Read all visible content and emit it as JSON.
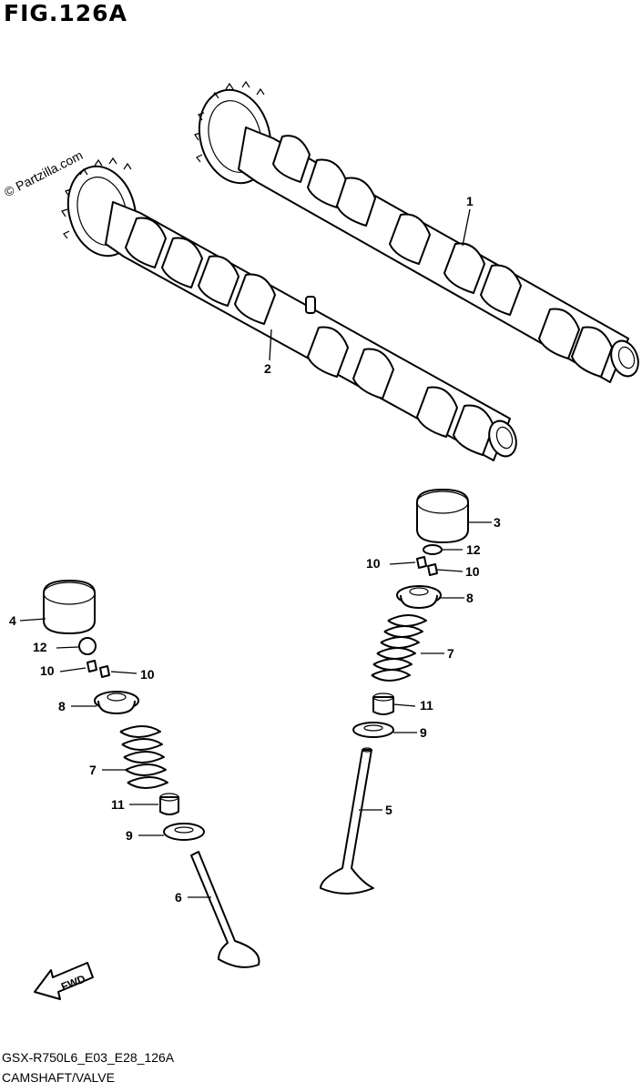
{
  "figure": {
    "title": "FIG.126A",
    "watermark": "© Partzilla.com",
    "footer_code": "GSX-R750L6_E03_E28_126A",
    "footer_name": "CAMSHAFT/VALVE",
    "fwd_label": "FWD"
  },
  "callouts": [
    {
      "id": "c1",
      "text": "1"
    },
    {
      "id": "c2",
      "text": "2"
    },
    {
      "id": "c3",
      "text": "3"
    },
    {
      "id": "c4",
      "text": "4"
    },
    {
      "id": "c5",
      "text": "5"
    },
    {
      "id": "c6",
      "text": "6"
    },
    {
      "id": "c7a",
      "text": "7"
    },
    {
      "id": "c7b",
      "text": "7"
    },
    {
      "id": "c8a",
      "text": "8"
    },
    {
      "id": "c8b",
      "text": "8"
    },
    {
      "id": "c9a",
      "text": "9"
    },
    {
      "id": "c9b",
      "text": "9"
    },
    {
      "id": "c10a",
      "text": "10"
    },
    {
      "id": "c10b",
      "text": "10"
    },
    {
      "id": "c10c",
      "text": "10"
    },
    {
      "id": "c10d",
      "text": "10"
    },
    {
      "id": "c11a",
      "text": "11"
    },
    {
      "id": "c11b",
      "text": "11"
    },
    {
      "id": "c12a",
      "text": "12"
    },
    {
      "id": "c12b",
      "text": "12"
    }
  ]
}
